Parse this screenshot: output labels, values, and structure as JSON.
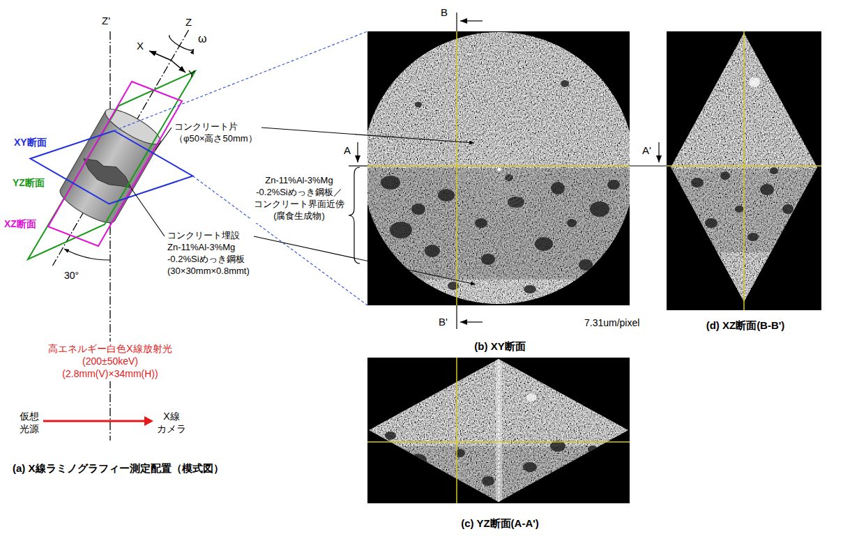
{
  "diagram": {
    "nodes": [
      {
        "text": [
          "(b) XY断面"
        ]
      },
      {
        "text": [
          "(c) YZ断面(A-A')"
        ]
      },
      {
        "text": [
          "(d) XZ断面(B-B')"
        ]
      }
    ],
    "labels": [
      "Z'",
      "Z",
      "ω",
      "X",
      "Y",
      "XY断面",
      "YZ断面",
      "XZ断面",
      "30°",
      "コンクリート片 （φ50×高さ50mm）",
      "コンクリート埋設 Zn-11%Al-3%Mg -0.2%Siめっき鋼板 (30×30mm×0.8mmt)",
      "Zn-11%Al-3%Mg -0.2%Siめっき鋼板／ コンクリート界面近傍 (腐食生成物)",
      "高エネルギー白色X線放射光 (200±50keV) (2.8mm(V)×34mm(H))",
      "仮想 光源",
      "X線 カメラ",
      "(a) X線ラミノグラフィー測定配置（模式図）",
      "B",
      "A",
      "A'",
      "B'",
      "7.31um/pixel"
    ]
  }
}
